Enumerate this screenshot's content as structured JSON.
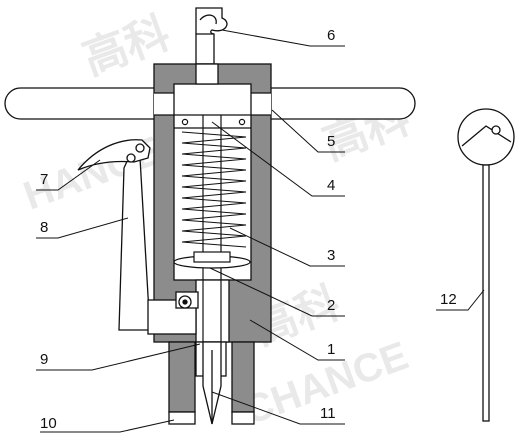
{
  "watermark": {
    "chinese": "高科",
    "latin": "HANCE",
    "latin_partial": "CHANCE"
  },
  "callouts": [
    {
      "id": "c1",
      "label": "1"
    },
    {
      "id": "c2",
      "label": "2"
    },
    {
      "id": "c3",
      "label": "3"
    },
    {
      "id": "c4",
      "label": "4"
    },
    {
      "id": "c5",
      "label": "5"
    },
    {
      "id": "c6",
      "label": "6"
    },
    {
      "id": "c7",
      "label": "7"
    },
    {
      "id": "c8",
      "label": "8"
    },
    {
      "id": "c9",
      "label": "9"
    },
    {
      "id": "c10",
      "label": "10"
    },
    {
      "id": "c11",
      "label": "11"
    },
    {
      "id": "c12",
      "label": "12"
    }
  ],
  "colors": {
    "body": "#8c8c8c",
    "outline": "#111111",
    "fill_white": "#ffffff",
    "watermark": "#e9e9e9"
  }
}
